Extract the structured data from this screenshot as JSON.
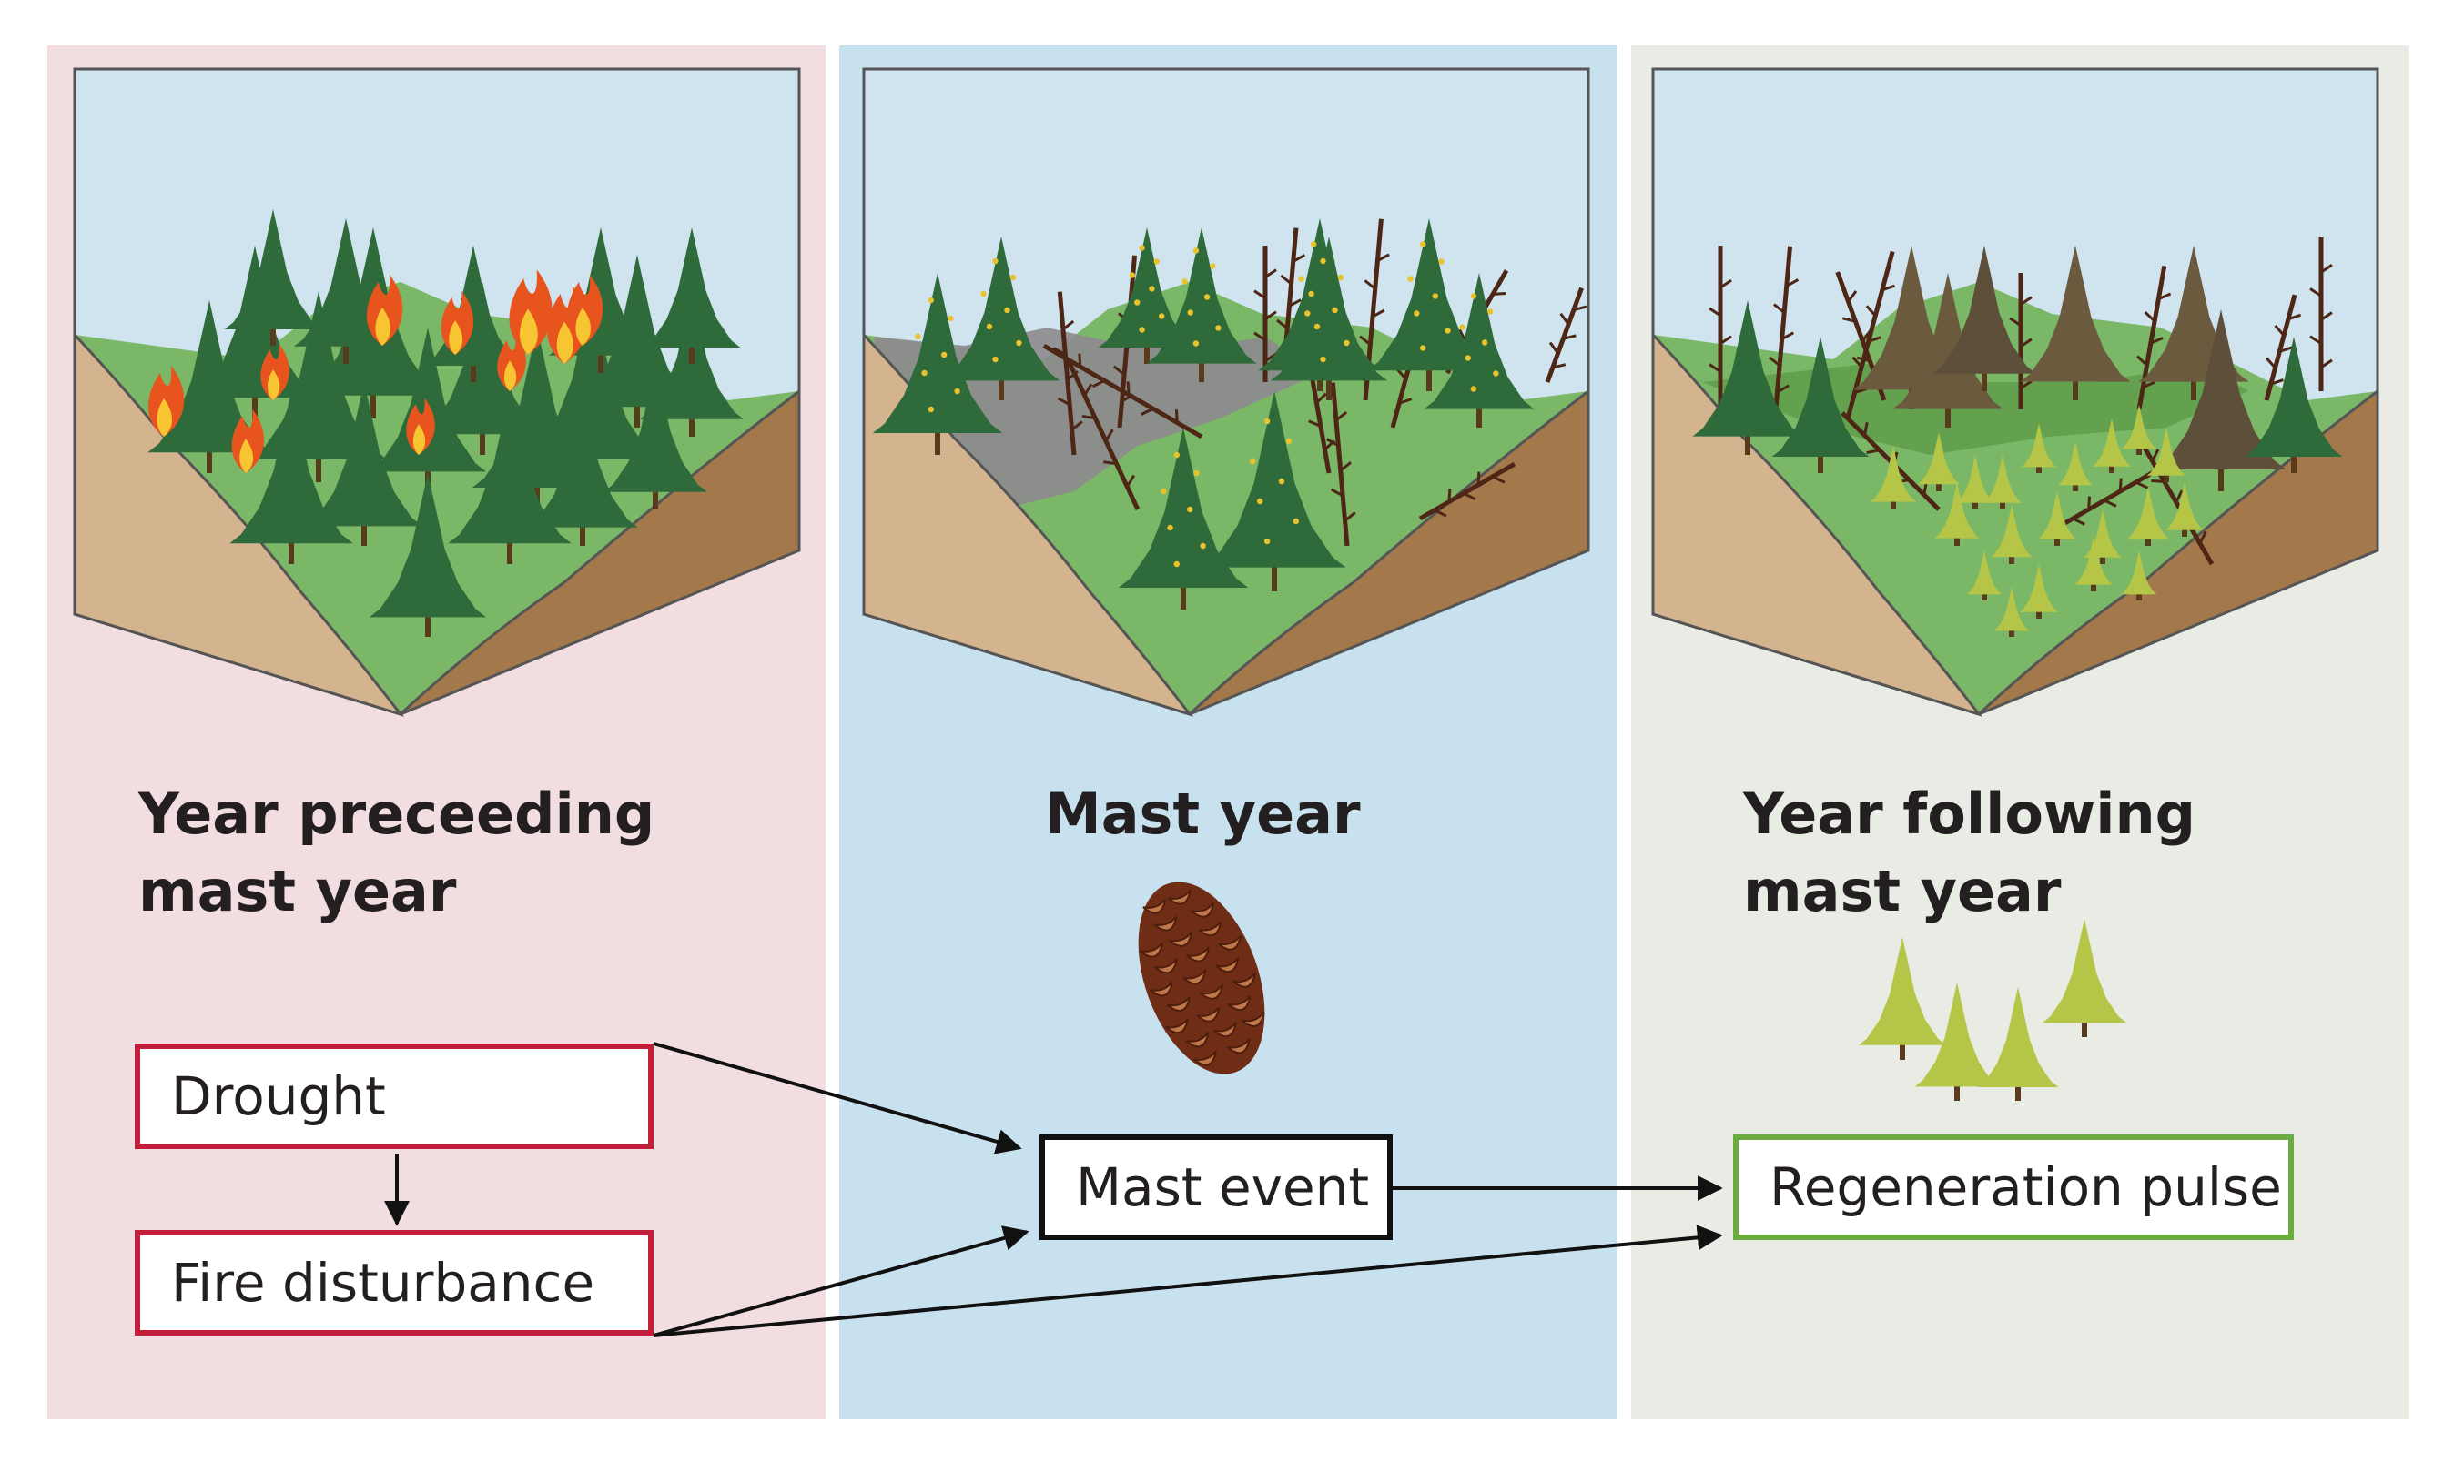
{
  "panels": [
    {
      "id": "year-preceding",
      "heading_line1": "Year preceeding",
      "heading_line2": "mast year",
      "background": "#f2dde0"
    },
    {
      "id": "mast-year",
      "heading_line1": "Mast year",
      "background": "#c8e1ee"
    },
    {
      "id": "year-following",
      "heading_line1": "Year following",
      "heading_line2": "mast year",
      "background": "#e9ece4"
    }
  ],
  "boxes": {
    "drought": {
      "label": "Drought",
      "border": "#c21d3a"
    },
    "fire": {
      "label": "Fire disturbance",
      "border": "#c21d3a"
    },
    "mast": {
      "label": "Mast event",
      "border": "#111111"
    },
    "regeneration": {
      "label": "Regeneration pulse",
      "border": "#6bab3f"
    }
  },
  "colors": {
    "sky": "#cfe4ef",
    "grass": "#7ab867",
    "soil_light": "#d4b48f",
    "soil_dark": "#a3784a",
    "tree": "#2f6b3a",
    "sapling": "#b5c547",
    "fire": "#e8541e",
    "snag": "#4d2616",
    "ash": "#8d8a8e"
  },
  "icons": [
    "forest-fire-scene",
    "mast-forest-scene",
    "regenerating-forest-scene",
    "pine-cone-icon",
    "seedling-icon",
    "arrow"
  ]
}
